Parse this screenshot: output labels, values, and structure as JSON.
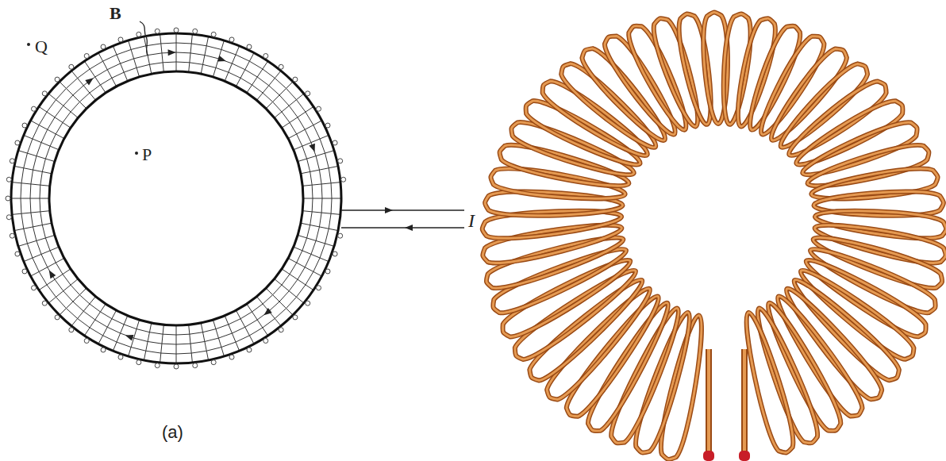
{
  "diagram": {
    "labels": [
      "B",
      "Q",
      "P",
      "I",
      "(a)"
    ]
  }
}
